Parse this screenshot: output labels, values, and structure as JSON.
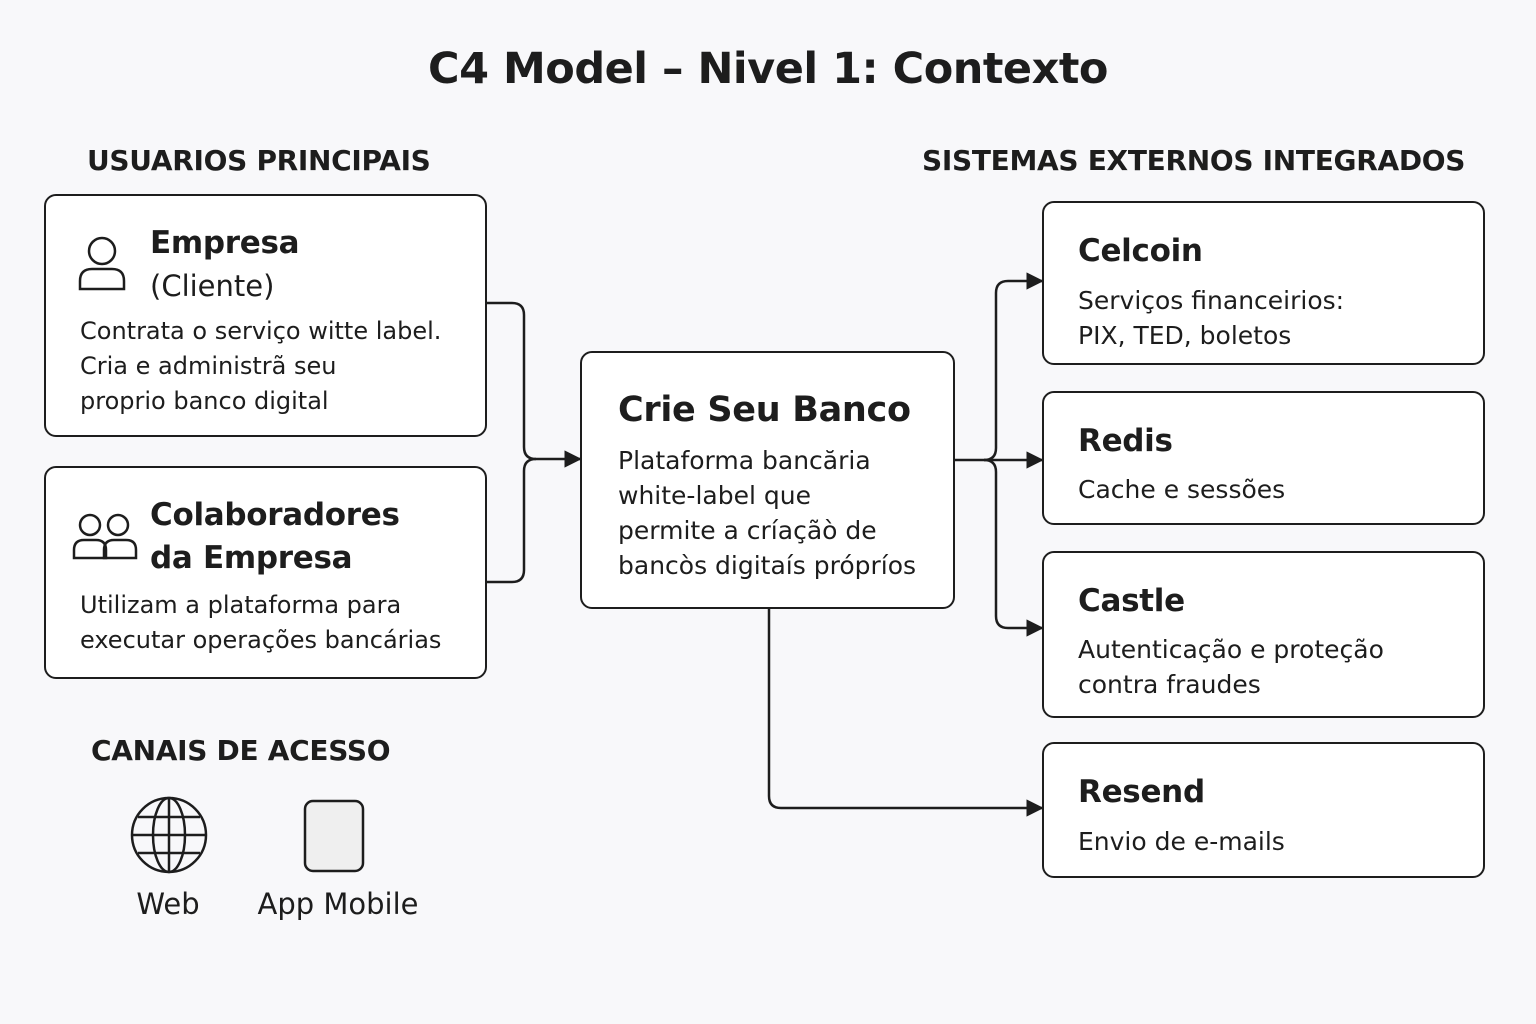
{
  "title": "C4 Model – Nivel 1: Contexto",
  "sections": {
    "users": "USUARIOS PRINCIPAIS",
    "external": "SISTEMAS EXTERNOS INTEGRADOS",
    "channels": "CANAIS DE ACESSO"
  },
  "users": [
    {
      "title": "Empresa",
      "subtitle": "(Cliente)",
      "desc": [
        "Contrata o serviço witte label.",
        "Cria e administrã seu",
        "proprio banco digital"
      ],
      "icon": "person-icon"
    },
    {
      "title_lines": [
        "Colaboradores",
        "da Empresa"
      ],
      "desc": [
        "Utilizam a plataforma para",
        "executar operações bancárias"
      ],
      "icon": "people-icon"
    }
  ],
  "system": {
    "title": "Crie Seu Banco",
    "desc": [
      "Plataforma bancăria",
      "white-label que",
      "permite a críaçãò de",
      "bancòs digitaís própríos"
    ]
  },
  "external_systems": [
    {
      "title": "Celcoin",
      "desc": [
        "Serviços financeirios:",
        "PIX, TED, boletos"
      ]
    },
    {
      "title": "Redis",
      "desc": [
        "Cache e sessões"
      ]
    },
    {
      "title": "Castle",
      "desc": [
        "Autenticação e proteção",
        "contra fraudes"
      ]
    },
    {
      "title": "Resend",
      "desc": [
        "Envio de e-mails"
      ]
    }
  ],
  "channels": [
    {
      "label": "Web",
      "icon": "globe-icon"
    },
    {
      "label": "App Mobile",
      "icon": "mobile-icon"
    }
  ],
  "colors": {
    "stroke": "#1d1d1d",
    "background": "#f8f8fa",
    "box_fill": "#ffffff"
  }
}
